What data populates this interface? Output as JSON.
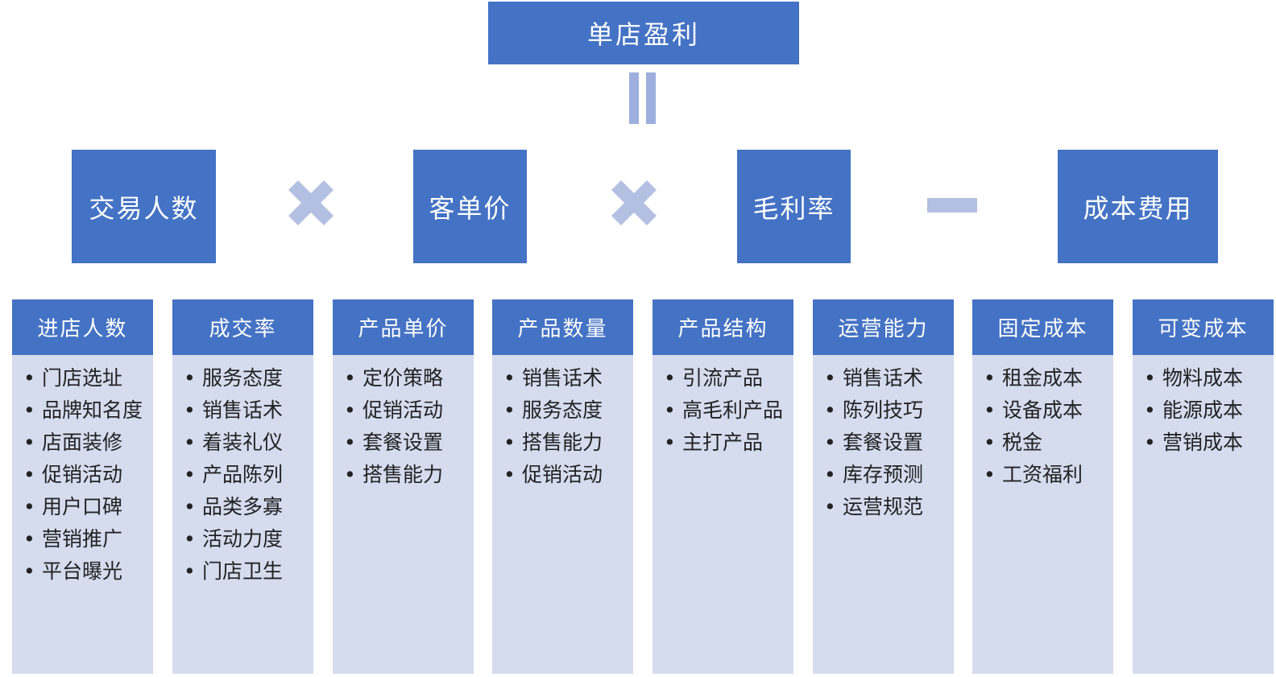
{
  "top": {
    "label": "单店盈利"
  },
  "factors": [
    {
      "label": "交易人数"
    },
    {
      "label": "客单价"
    },
    {
      "label": "毛利率"
    },
    {
      "label": "成本费用"
    }
  ],
  "operators": [
    "×",
    "×",
    "−"
  ],
  "colors": {
    "box_fill": "#4472c4",
    "panel_fill": "#d5dcee",
    "operator": "#b4c0e2",
    "equals": "#9dafde"
  },
  "columns": [
    {
      "title": "进店人数",
      "items": [
        "门店选址",
        "品牌知名度",
        "店面装修",
        "促销活动",
        "用户口碑",
        "营销推广",
        "平台曝光"
      ]
    },
    {
      "title": "成交率",
      "items": [
        "服务态度",
        "销售话术",
        "着装礼仪",
        "产品陈列",
        "品类多寡",
        "活动力度",
        "门店卫生"
      ]
    },
    {
      "title": "产品单价",
      "items": [
        "定价策略",
        "促销活动",
        "套餐设置",
        "搭售能力"
      ]
    },
    {
      "title": "产品数量",
      "items": [
        "销售话术",
        "服务态度",
        "搭售能力",
        "促销活动"
      ]
    },
    {
      "title": "产品结构",
      "items": [
        "引流产品",
        "高毛利产品",
        "主打产品"
      ]
    },
    {
      "title": "运营能力",
      "items": [
        "销售话术",
        "陈列技巧",
        "套餐设置",
        "库存预测",
        "运营规范"
      ]
    },
    {
      "title": "固定成本",
      "items": [
        "租金成本",
        "设备成本",
        "税金",
        "工资福利"
      ]
    },
    {
      "title": "可变成本",
      "items": [
        "物料成本",
        "能源成本",
        "营销成本"
      ]
    }
  ]
}
